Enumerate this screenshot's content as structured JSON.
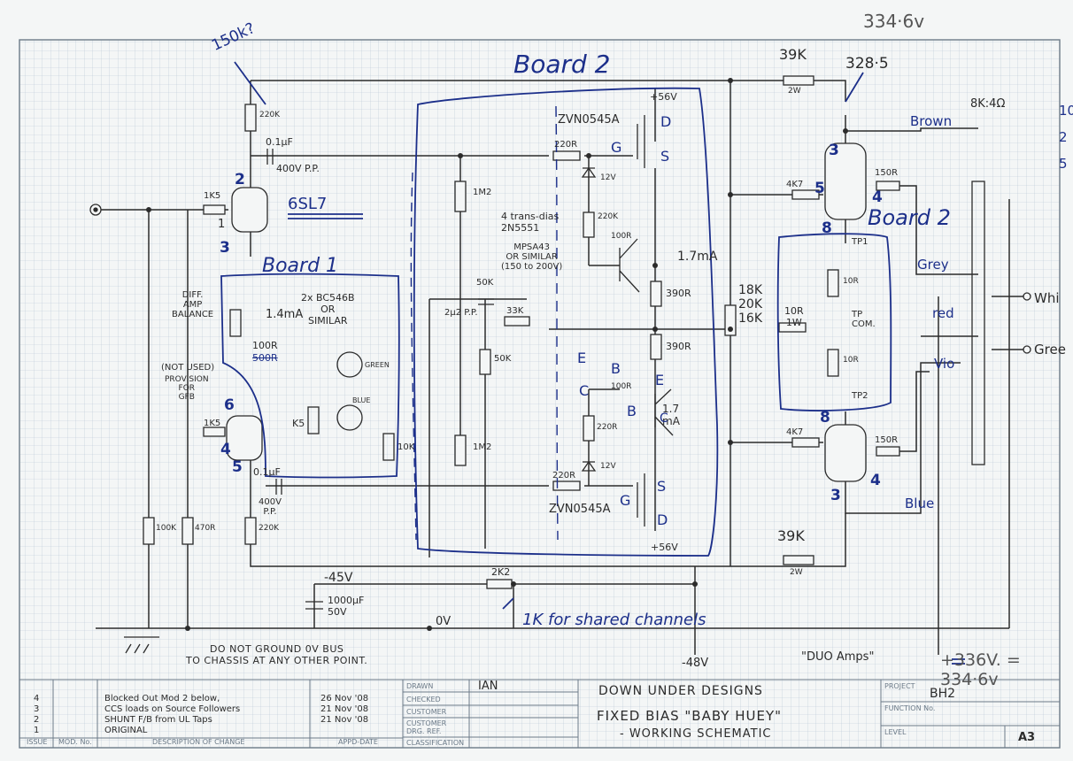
{
  "colors": {
    "paper": "#f4f6f6",
    "grid": "#b8c6d4",
    "pencil": "#2b2b2b",
    "ink": "#1c2f8a",
    "border": "#6b7a88"
  },
  "annotations": {
    "top_right_voltage": "334·6v",
    "top_left_note": "150k?",
    "node_voltage": "328·5",
    "speaker": "8K:4Ω",
    "right_edge": "10\n2\n5",
    "board2_top": "Board 2",
    "board2_right": "Board 2",
    "board1": "Board 1",
    "tube_input": "6SL7",
    "shared_channels": "1K for shared channels",
    "supply_label": "+336V. = 334·6v",
    "duo_amps": "\"DUO Amps\"",
    "trans_note": "4 trans-dias\n2N5551",
    "mpsa": "MPSA43\nOR SIMILAR\n(150 to 200V)",
    "current_top": "1.7mA",
    "current_bot": "1.7\nmA",
    "current_b1": "1.4mA",
    "pins": {
      "p2": "2",
      "p1": "1",
      "p3": "3",
      "p6": "6",
      "p4": "4",
      "p5": "5",
      "p3r": "3",
      "p4r": "4",
      "p5r": "5",
      "p8": "8",
      "p8b": "8",
      "p3b": "3",
      "p4b": "4"
    },
    "fet_letters": {
      "d_top": "D",
      "g_top": "G",
      "s_top": "S",
      "s_bot": "S",
      "g_bot": "G",
      "d_bot": "D",
      "e1": "E",
      "b1": "B",
      "c1": "C",
      "e2": "E",
      "b2": "B",
      "c2": "C"
    },
    "wires": {
      "brown": "Brown",
      "grey": "Grey",
      "red": "red",
      "vio": "Vio",
      "blue": "Blue",
      "white": "Whi",
      "green": "Gree"
    }
  },
  "components": {
    "r150k": "150K?",
    "r220k_top": "220K",
    "c01_top": "0.1µF",
    "c400_top": "400V P.P.",
    "r1k5_top": "1K5",
    "diff_amp": "DIFF.\nAMP\nBALANCE",
    "r100r": "100R",
    "r500r": "500R",
    "not_used": "(NOT USED)",
    "provision": "PROVISION\nFOR\nGFB",
    "bc546": "2x BC546B\nOR\nSIMILAR",
    "green_led": "GREEN",
    "blue_led": "BLUE",
    "r1k5_bot": "1K5",
    "k5": "K5",
    "r10k": "10K",
    "c01_bot": "0.1µF",
    "c400_bot": "400V\nP.P.",
    "r100k": "100K",
    "r470r": "470R",
    "r220k_bot": "220K",
    "r1m2_top": "1M2",
    "r50k_a": "50K",
    "c2u2": "2µ2 P.P.",
    "r33k": "33K",
    "r50k_b": "50K",
    "r1m2_bot": "1M2",
    "zvn_top": "ZVN0545A",
    "zvn_bot": "ZVN0545A",
    "v56": "+56V",
    "r220r_top": "220R",
    "z12_top": "12V",
    "r220k_mid": "220K",
    "r100r_a": "100R",
    "r390r_a": "390R",
    "r390r_b": "390R",
    "r100r_b": "100R",
    "r220r_mid": "220R",
    "r220r_bot": "220R",
    "z12_bot": "12V",
    "v56_bot": "+56V",
    "r18k": "18K\n20K\n16K",
    "r39k_top": "39K",
    "r2w_top": "2W",
    "r4k7_top": "4K7",
    "r150r_top": "150R",
    "r10r_1w": "10R\n1W",
    "r10r_a": "10R",
    "r10r_b": "10R",
    "tp1": "TP1",
    "tp_com": "TP\nCOM.",
    "tp2": "TP2",
    "r4k7_bot": "4K7",
    "r150r_bot": "150R",
    "r39k_bot": "39K",
    "r2w_bot": "2W",
    "v45": "-45V",
    "c1000": "1000µF\n50V",
    "r2k2": "2K2",
    "ov": "0V",
    "v48": "-48V",
    "no_ground": "DO NOT GROUND 0V BUS\nTO CHASSIS AT ANY OTHER POINT."
  },
  "title_block": {
    "revisions": [
      {
        "issue": "4",
        "desc": "Blocked Out Mod 2 below,",
        "date": "26 Nov '08"
      },
      {
        "issue": "3",
        "desc": "CCS loads on Source Followers",
        "date": "21 Nov '08"
      },
      {
        "issue": "2",
        "desc": "SHUNT F/B from UL Taps",
        "date": "21 Nov '08"
      },
      {
        "issue": "1",
        "desc": "ORIGINAL",
        "date": ""
      }
    ],
    "headers": {
      "issue": "ISSUE",
      "mod": "MOD. No.",
      "desc": "DESCRIPTION OF CHANGE",
      "appd": "APPD-DATE"
    },
    "fields": {
      "drawn": "DRAWN",
      "checked": "CHECKED",
      "customer": "CUSTOMER",
      "cust_ref": "CUSTOMER\nDRG. REF.",
      "classification": "CLASSIFICATION"
    },
    "drawn_by": "IAN",
    "company": "DOWN UNDER DESIGNS",
    "title_line1": "FIXED BIAS \"BABY HUEY\"",
    "title_line2": "- WORKING SCHEMATIC",
    "project_label": "PROJECT",
    "project": "BH2",
    "function_label": "FUNCTION No.",
    "level_label": "LEVEL",
    "size": "A3"
  }
}
